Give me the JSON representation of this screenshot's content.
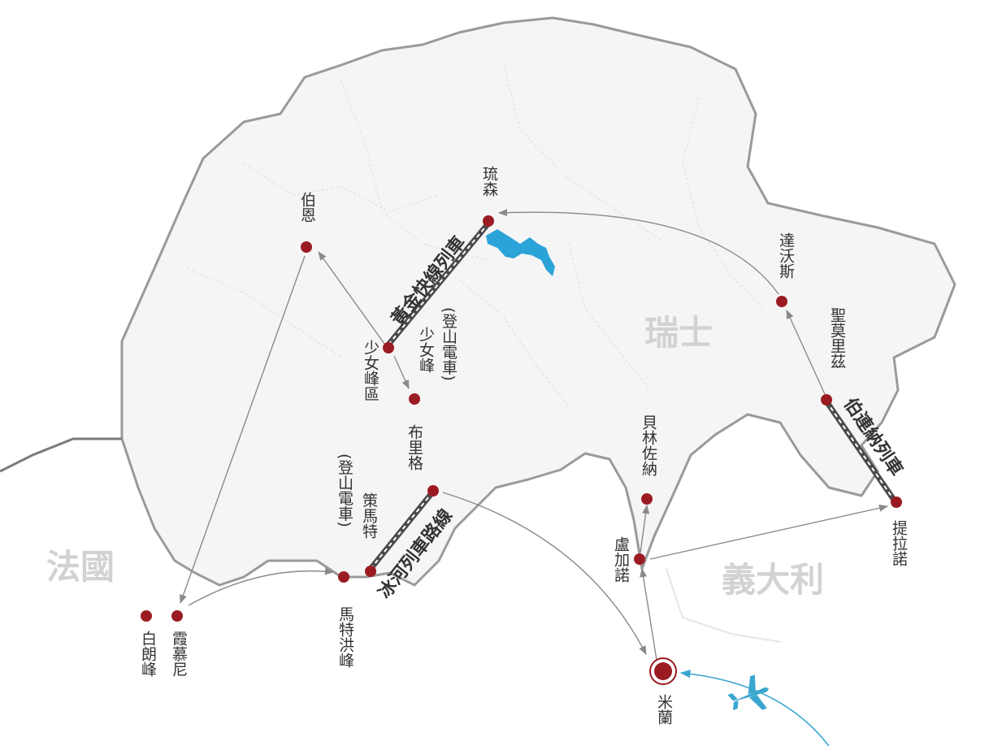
{
  "colors": {
    "station": "#9b1b23",
    "route": "#8a8a8a",
    "lake": "#2aa3d8",
    "flight": "#3aa6d0",
    "country_label": "#d2d2d2",
    "border": "#7a7a7a"
  },
  "countries": {
    "switzerland": "瑞士",
    "france": "法國",
    "italy": "義大利"
  },
  "places": {
    "lucerne": "琉森",
    "bern": "伯恩",
    "jungfrau_region": "少女峰區",
    "jungfrau": "少女峰",
    "jungfrau_rail": "(登山電車)",
    "brig": "布里格",
    "zermatt": "策馬特",
    "zermatt_rail": "(登山電車)",
    "matterhorn": "馬特洪峰",
    "chamonix": "霞慕尼",
    "mont_blanc": "白朗峰",
    "davos": "達沃斯",
    "st_moritz": "聖莫里茲",
    "bellinzona": "貝林佐納",
    "lugano": "盧加諾",
    "tirano": "提拉諾",
    "milan": "米蘭"
  },
  "rail_lines": {
    "golden_pass": "黃金快線列車",
    "glacier_express": "冰河列車路線",
    "bernina_express": "伯連納列車"
  },
  "icons": {
    "flight": "airplane-icon",
    "start": "milan-target-icon"
  }
}
